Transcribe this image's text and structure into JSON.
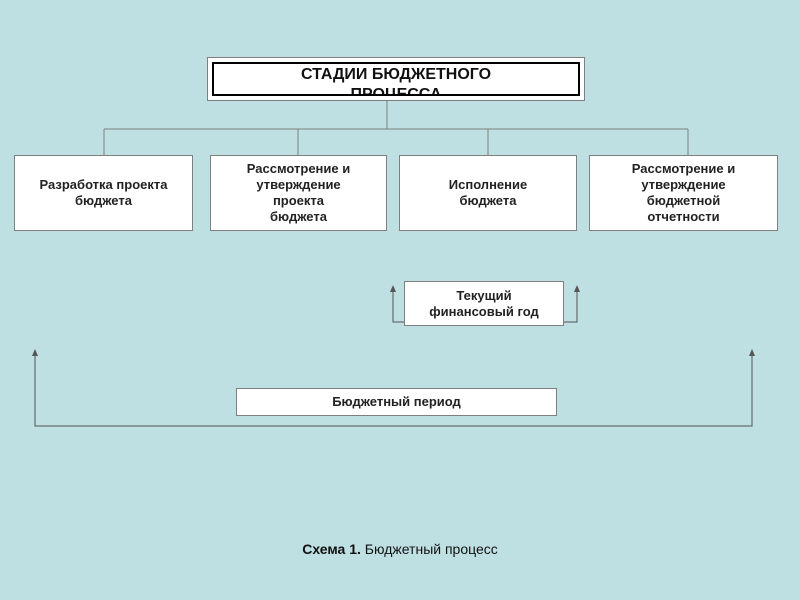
{
  "title": "СТАДИИ БЮДЖЕТНОГО\nПРОЦЕССА",
  "stages": [
    {
      "label": "Разработка проекта\nбюджета"
    },
    {
      "label": "Рассмотрение и\nутверждение\nпроекта\nбюджета"
    },
    {
      "label": "Исполнение\nбюджета"
    },
    {
      "label": "Рассмотрение и\nутверждение\nбюджетной\nотчетности"
    }
  ],
  "current_year": "Текущий\nфинансовый год",
  "budget_period": "Бюджетный период",
  "caption": {
    "bold": "Схема 1.",
    "text": " Бюджетный процесс"
  },
  "colors": {
    "background": "#bfe0e3",
    "box_fill": "#ffffff",
    "line": "#7f7f7f"
  }
}
